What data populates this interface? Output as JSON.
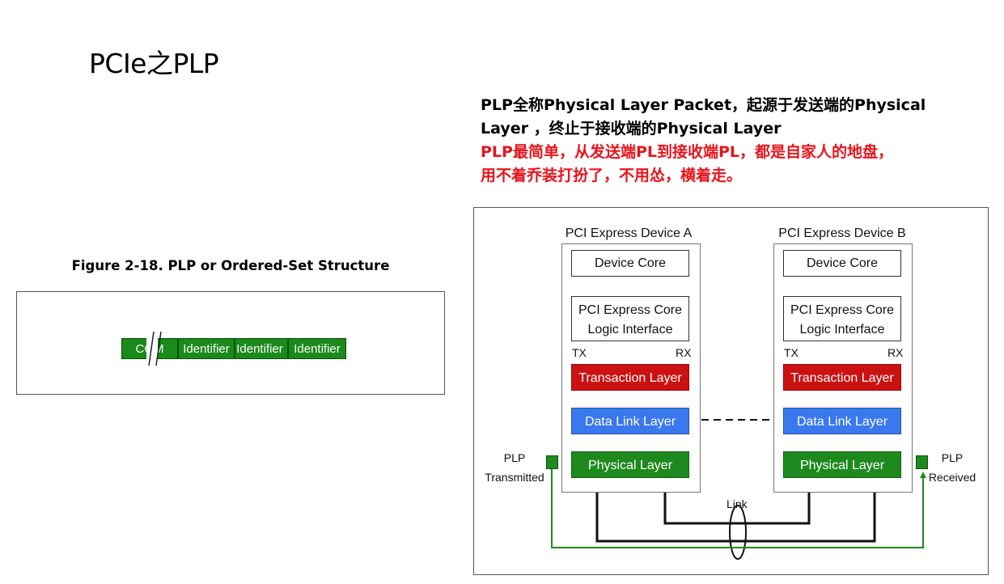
{
  "slide": {
    "title": "PCIe之PLP"
  },
  "description": {
    "line1": "PLP全称Physical Layer Packet，起源于发送端的Physical",
    "line2": "Layer ，终止于接收端的Physical Layer",
    "line3": "PLP最简单，从发送端PL到接收端PL，都是自家人的地盘，",
    "line4": "用不着乔装打扮了，不用怂，横着走。",
    "black_color": "#000000",
    "red_color": "#e8141b"
  },
  "figure": {
    "caption": "Figure 2-18. PLP or Ordered-Set Structure",
    "cells": [
      "COM",
      "Identifier",
      "Identifier",
      "Identifier"
    ],
    "cell_color": "#1a8a1a"
  },
  "diagram": {
    "device_a": {
      "title": "PCI Express Device A",
      "core": "Device Core",
      "logic_line1": "PCI Express Core",
      "logic_line2": "Logic Interface",
      "tx": "TX",
      "rx": "RX",
      "transaction": "Transaction Layer",
      "datalink": "Data Link Layer",
      "physical": "Physical Layer"
    },
    "device_b": {
      "title": "PCI Express Device B",
      "core": "Device Core",
      "logic_line1": "PCI Express Core",
      "logic_line2": "Logic Interface",
      "tx": "TX",
      "rx": "RX",
      "transaction": "Transaction Layer",
      "datalink": "Data Link Layer",
      "physical": "Physical Layer"
    },
    "plp_left_line1": "PLP",
    "plp_left_line2": "Transmitted",
    "plp_right_line1": "PLP",
    "plp_right_line2": "Received",
    "link_label": "Link",
    "colors": {
      "transaction": "#cc1111",
      "datalink": "#3a78ee",
      "physical": "#1e8a1e",
      "plp_path": "#1e8a1e"
    }
  }
}
